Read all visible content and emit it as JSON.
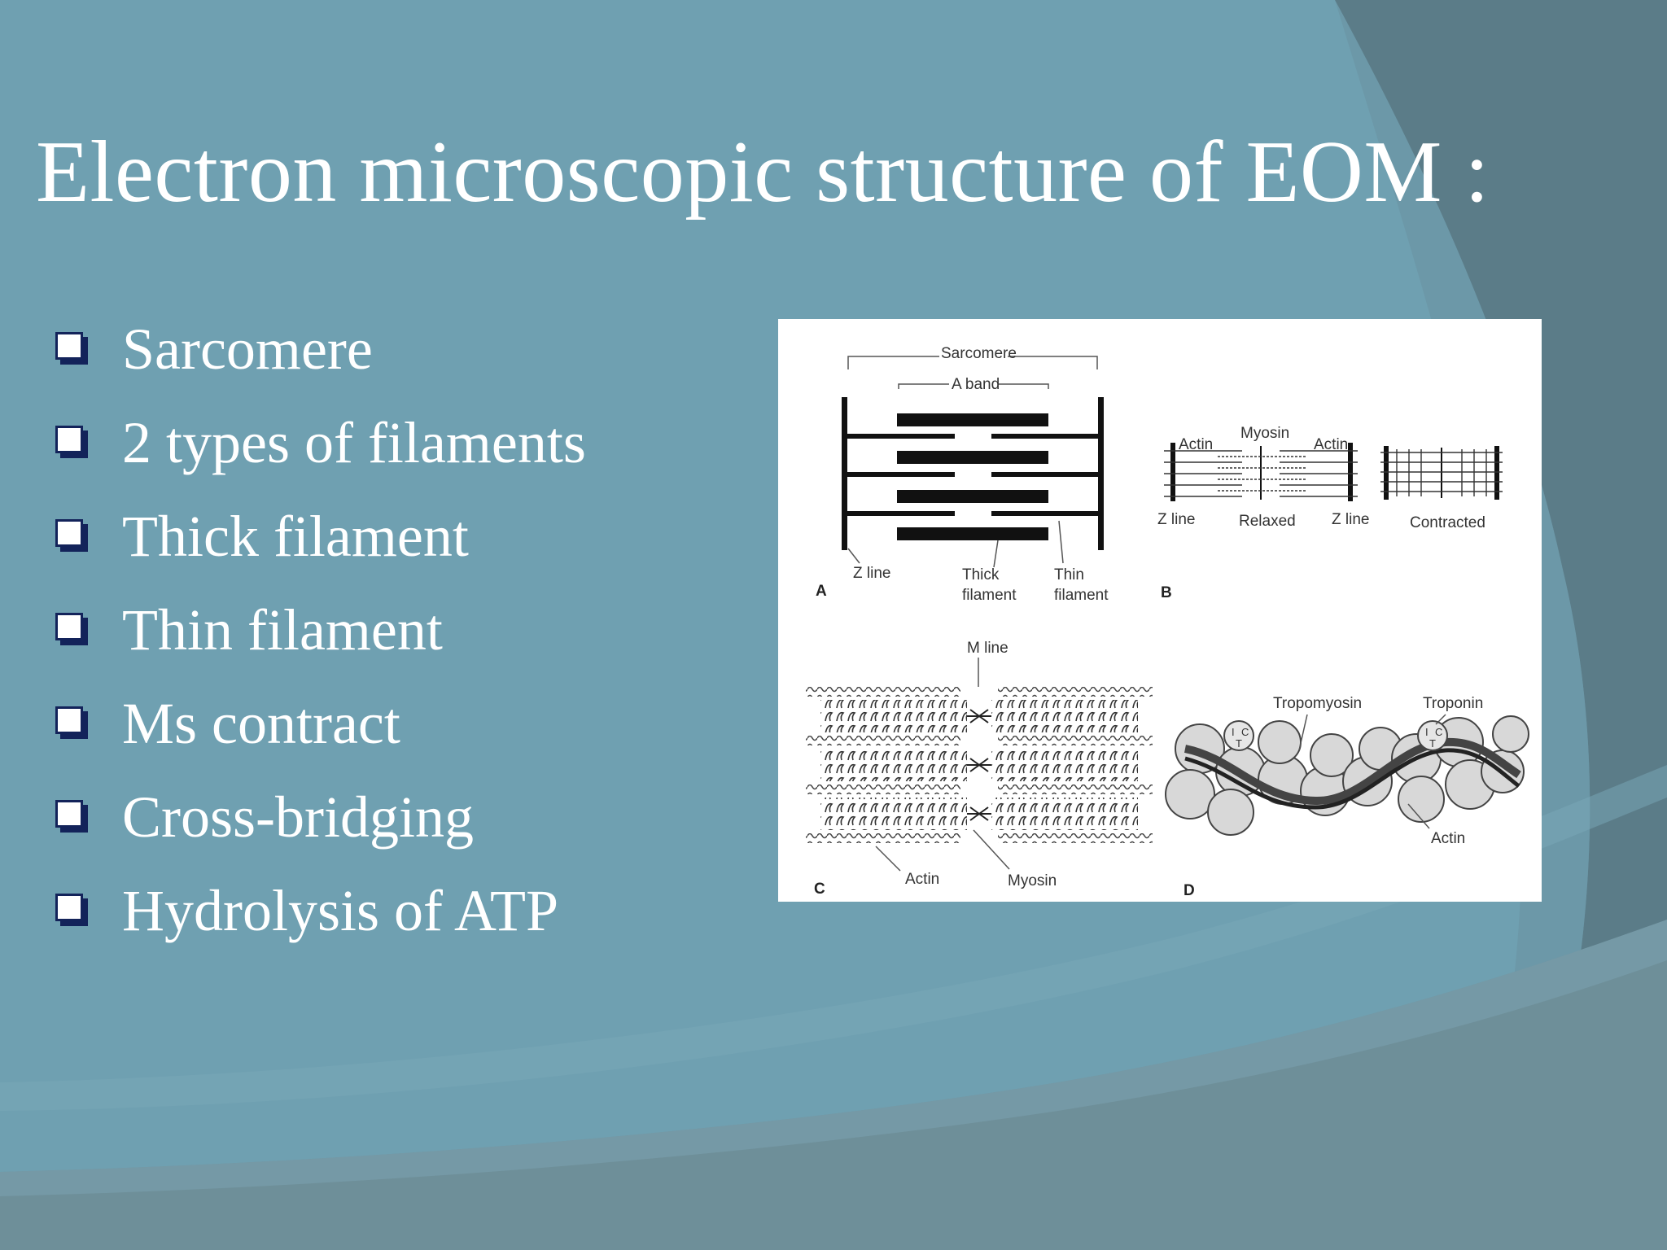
{
  "slide": {
    "title": "Electron microscopic structure of EOM :",
    "bullets": [
      "Sarcomere",
      "2 types of filaments",
      "Thick filament",
      "Thin filament",
      "Ms contract",
      "Cross-bridging",
      "Hydrolysis of ATP"
    ],
    "colors": {
      "background": "#6fa0b1",
      "dark_panel": "#5b7c88",
      "text": "#ffffff",
      "bullet_icon": "#13235a"
    },
    "bullet_icon": "square-checkbox-icon"
  },
  "figure": {
    "panel_a": {
      "letter": "A",
      "sarcomere": "Sarcomere",
      "a_band": "A band",
      "z_line": "Z line",
      "thick_1": "Thick",
      "thick_2": "filament",
      "thin_1": "Thin",
      "thin_2": "filament"
    },
    "panel_b": {
      "letter": "B",
      "actin_left": "Actin",
      "myosin": "Myosin",
      "actin_right": "Actin",
      "z_line_left": "Z line",
      "relaxed": "Relaxed",
      "z_line_right": "Z line",
      "contracted": "Contracted"
    },
    "panel_c": {
      "letter": "C",
      "m_line": "M line",
      "actin": "Actin",
      "myosin": "Myosin"
    },
    "panel_d": {
      "letter": "D",
      "tropomyosin": "Tropomyosin",
      "troponin": "Troponin",
      "actin": "Actin",
      "troponin_subunits": [
        "I",
        "C",
        "T"
      ]
    }
  }
}
